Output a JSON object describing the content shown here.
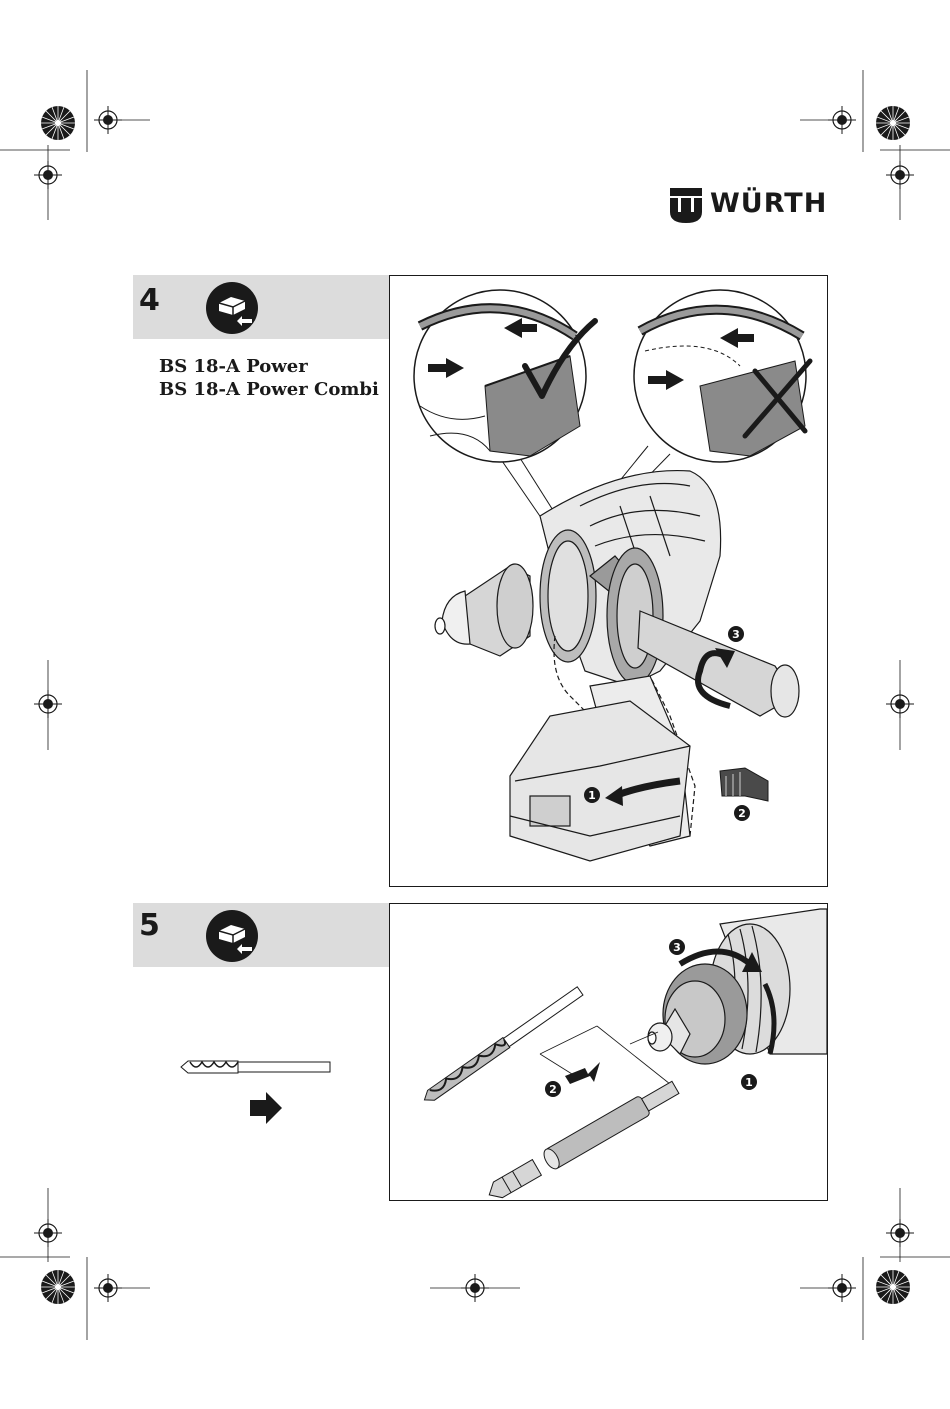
{
  "brand": {
    "name": "WÜRTH"
  },
  "steps": [
    {
      "number": "4",
      "models": [
        "BS 18-A Power",
        "BS 18-A Power Combi"
      ],
      "callouts": [
        "1",
        "2",
        "3"
      ],
      "icon": "battery-remove-icon"
    },
    {
      "number": "5",
      "callouts": [
        "1",
        "2",
        "3"
      ],
      "icon": "battery-remove-icon"
    }
  ],
  "icons": {
    "ok": "check-mark-icon",
    "wrong": "x-mark-icon",
    "arrow": "arrow-right-icon"
  },
  "colors": {
    "band": "#dcdcdc",
    "ink": "#1a1a1a",
    "shade": "#9a9a9a"
  }
}
